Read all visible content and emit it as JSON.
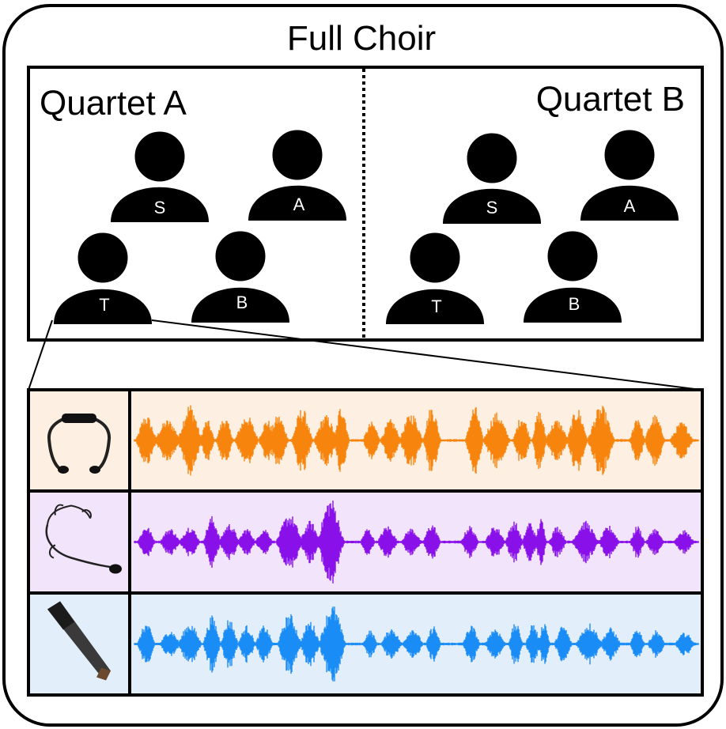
{
  "title": "Full Choir",
  "quartets": [
    {
      "label": "Quartet A",
      "singers": [
        {
          "voice": "S",
          "highlighted": false
        },
        {
          "voice": "A",
          "highlighted": false
        },
        {
          "voice": "T",
          "highlighted": true
        },
        {
          "voice": "B",
          "highlighted": false
        }
      ]
    },
    {
      "label": "Quartet B",
      "singers": [
        {
          "voice": "S",
          "highlighted": false
        },
        {
          "voice": "A",
          "highlighted": false
        },
        {
          "voice": "T",
          "highlighted": false
        },
        {
          "voice": "B",
          "highlighted": false
        }
      ]
    }
  ],
  "recordings": [
    {
      "icon": "throat-microphone-icon",
      "bg": "#fdf0e3",
      "wave": "#f7850d"
    },
    {
      "icon": "headset-microphone-icon",
      "bg": "#f1e4fb",
      "wave": "#8a10ea"
    },
    {
      "icon": "dynamic-microphone-icon",
      "bg": "#e3eefb",
      "wave": "#1a8cf5"
    }
  ],
  "colors": {
    "outline": "#000000",
    "figure": "#000000",
    "voice_text": "#ffffff"
  }
}
